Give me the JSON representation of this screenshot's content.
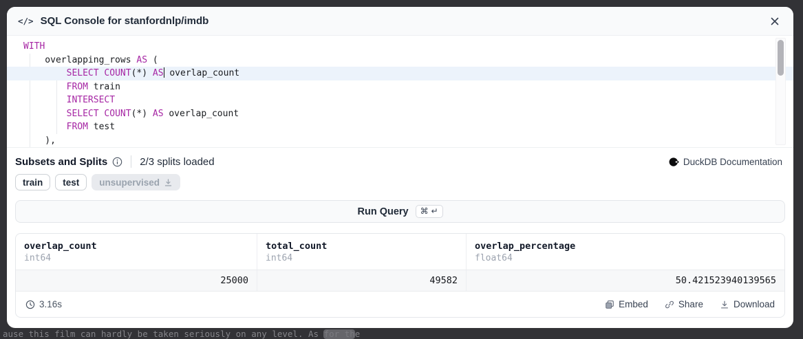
{
  "background": {
    "dimmed_text": "ause this film can hardly be taken seriously on any level. As for the"
  },
  "header": {
    "icon": "</>",
    "title": "SQL Console for stanfordnlp/imdb"
  },
  "editor": {
    "lines": [
      {
        "highlight": false,
        "tokens": [
          {
            "t": "WITH",
            "c": "kw"
          }
        ]
      },
      {
        "highlight": false,
        "tokens": [
          {
            "t": "    overlapping_rows ",
            "c": ""
          },
          {
            "t": "AS",
            "c": "kw"
          },
          {
            "t": " (",
            "c": ""
          }
        ]
      },
      {
        "highlight": true,
        "tokens": [
          {
            "t": "        ",
            "c": ""
          },
          {
            "t": "SELECT",
            "c": "kw"
          },
          {
            "t": " ",
            "c": ""
          },
          {
            "t": "COUNT",
            "c": "kw"
          },
          {
            "t": "(*)",
            "c": ""
          },
          {
            "t": " ",
            "c": ""
          },
          {
            "t": "AS",
            "c": "kw"
          },
          {
            "caret": true
          },
          {
            "t": " overlap_count",
            "c": ""
          }
        ]
      },
      {
        "highlight": false,
        "tokens": [
          {
            "t": "        ",
            "c": ""
          },
          {
            "t": "FROM",
            "c": "kw"
          },
          {
            "t": " train",
            "c": ""
          }
        ]
      },
      {
        "highlight": false,
        "tokens": [
          {
            "t": "        ",
            "c": ""
          },
          {
            "t": "INTERSECT",
            "c": "kw"
          }
        ]
      },
      {
        "highlight": false,
        "tokens": [
          {
            "t": "        ",
            "c": ""
          },
          {
            "t": "SELECT",
            "c": "kw"
          },
          {
            "t": " ",
            "c": ""
          },
          {
            "t": "COUNT",
            "c": "kw"
          },
          {
            "t": "(*)",
            "c": ""
          },
          {
            "t": " ",
            "c": ""
          },
          {
            "t": "AS",
            "c": "kw"
          },
          {
            "t": " overlap_count",
            "c": ""
          }
        ]
      },
      {
        "highlight": false,
        "tokens": [
          {
            "t": "        ",
            "c": ""
          },
          {
            "t": "FROM",
            "c": "kw"
          },
          {
            "t": " test",
            "c": ""
          }
        ]
      },
      {
        "highlight": false,
        "tokens": [
          {
            "t": "    ),",
            "c": ""
          }
        ]
      }
    ]
  },
  "subsets": {
    "title": "Subsets and Splits",
    "status": "2/3 splits loaded",
    "doc_link": "DuckDB Documentation"
  },
  "splits": [
    {
      "label": "train",
      "loaded": true
    },
    {
      "label": "test",
      "loaded": true
    },
    {
      "label": "unsupervised",
      "loaded": false
    }
  ],
  "run_query": {
    "label": "Run Query",
    "kbd": "⌘ ↵"
  },
  "results": {
    "columns": [
      {
        "name": "overlap_count",
        "type": "int64"
      },
      {
        "name": "total_count",
        "type": "int64"
      },
      {
        "name": "overlap_percentage",
        "type": "float64"
      }
    ],
    "rows": [
      [
        "25000",
        "49582",
        "50.421523940139565"
      ]
    ],
    "elapsed": "3.16s",
    "actions": [
      {
        "label": "Embed",
        "icon": "embed-icon"
      },
      {
        "label": "Share",
        "icon": "share-icon"
      },
      {
        "label": "Download",
        "icon": "download-icon"
      }
    ]
  }
}
